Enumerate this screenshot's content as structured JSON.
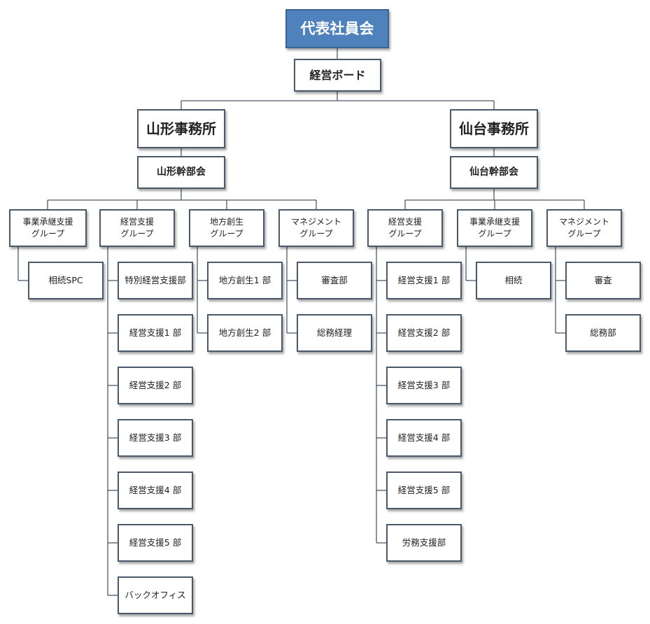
{
  "top": "代表社員会",
  "board": "経営ボード",
  "yamagata": {
    "office": "山形事務所",
    "exec": "山形幹部会",
    "groups": [
      {
        "line1": "事業承継支援",
        "line2": "グループ",
        "depts": [
          "相続SPC"
        ]
      },
      {
        "line1": "経営支援",
        "line2": "グループ",
        "depts": [
          "特別経営支援部",
          "経営支援1 部",
          "経営支援2 部",
          "経営支援3 部",
          "経営支援4 部",
          "経営支援5 部",
          "バックオフィス"
        ]
      },
      {
        "line1": "地方創生",
        "line2": "グループ",
        "depts": [
          "地方創生1 部",
          "地方創生2 部"
        ]
      },
      {
        "line1": "マネジメント",
        "line2": "グループ",
        "depts": [
          "審査部",
          "総務経理"
        ]
      }
    ]
  },
  "sendai": {
    "office": "仙台事務所",
    "exec": "仙台幹部会",
    "groups": [
      {
        "line1": "経営支援",
        "line2": "グループ",
        "depts": [
          "経営支援1 部",
          "経営支援2 部",
          "経営支援3 部",
          "経営支援4 部",
          "経営支援5 部",
          "労務支援部"
        ]
      },
      {
        "line1": "事業承継支援",
        "line2": "グループ",
        "depts": [
          "相続"
        ]
      },
      {
        "line1": "マネジメント",
        "line2": "グループ",
        "depts": [
          "審査",
          "総務部"
        ]
      }
    ]
  }
}
